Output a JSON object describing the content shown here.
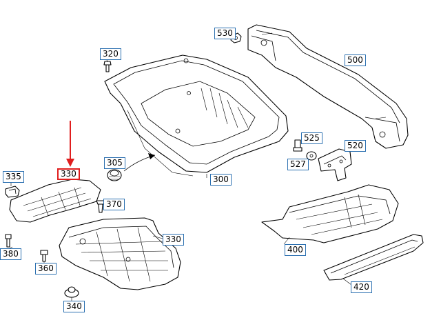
{
  "diagram": {
    "callouts": {
      "c530": "530",
      "c500": "500",
      "c320": "320",
      "c525": "525",
      "c520": "520",
      "c527": "527",
      "c305": "305",
      "c335": "335",
      "c330a": "330",
      "c370": "370",
      "c300": "300",
      "c380": "380",
      "c360": "360",
      "c330b": "330",
      "c400": "400",
      "c340": "340",
      "c420": "420"
    },
    "highlight_color": "#e01e1e",
    "callout_border_color": "#2a6fb0"
  }
}
